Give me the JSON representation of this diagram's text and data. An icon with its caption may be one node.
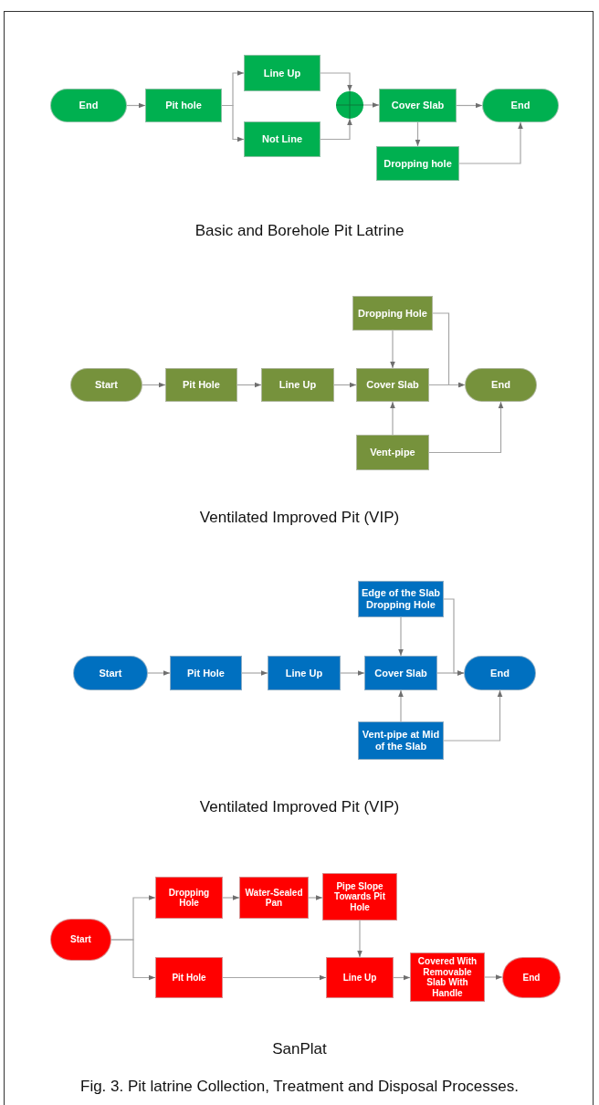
{
  "diagram": {
    "caption": "Fig. 3. Pit latrine Collection, Treatment and Disposal Processes.",
    "nodes": [
      {
        "text": [
          "End"
        ]
      },
      {
        "text": [
          "Pit hole"
        ]
      },
      {
        "text": [
          "Line Up"
        ]
      },
      {
        "text": [
          "Not Line"
        ]
      },
      {
        "text": [],
        "shape": "circle"
      },
      {
        "text": [
          "Cover Slab"
        ]
      },
      {
        "text": [
          "End"
        ]
      },
      {
        "text": [
          "Dropping hole"
        ]
      },
      {
        "text": [
          "Start"
        ]
      },
      {
        "text": [
          "Pit Hole"
        ]
      },
      {
        "text": [
          "Line Up"
        ]
      },
      {
        "text": [
          "Dropping Hole"
        ]
      },
      {
        "text": [
          "Cover Slab"
        ]
      },
      {
        "text": [
          "End"
        ]
      },
      {
        "text": [
          "Vent-pipe"
        ]
      },
      {
        "text": [
          "Start"
        ]
      },
      {
        "text": [
          "Pit Hole"
        ]
      },
      {
        "text": [
          "Line Up"
        ]
      },
      {
        "text": [
          "Edge of the Slab Dropping Hole"
        ]
      },
      {
        "text": [
          "Cover Slab"
        ]
      },
      {
        "text": [
          "End"
        ]
      },
      {
        "text": [
          "Vent-pipe at Mid of the Slab"
        ]
      },
      {
        "text": [
          "Start"
        ]
      },
      {
        "text": [
          "Dropping Hole"
        ]
      },
      {
        "text": [
          "Water-Sealed Pan"
        ]
      },
      {
        "text": [
          "Pipe Slope Towards Pit Hole"
        ]
      },
      {
        "text": [
          "Pit Hole"
        ]
      },
      {
        "text": [
          "Line Up"
        ]
      },
      {
        "text": [
          "Covered With Removable Slab With Handle"
        ]
      },
      {
        "text": [
          "End"
        ]
      }
    ],
    "edges": [
      {
        "from": 0,
        "to": 1,
        "arrow": "to"
      },
      {
        "from": 1,
        "to": 2,
        "arrow": "to"
      },
      {
        "from": 1,
        "to": 3,
        "arrow": "to"
      },
      {
        "from": 2,
        "to": 4,
        "arrow": "to"
      },
      {
        "from": 3,
        "to": 4,
        "arrow": "to"
      },
      {
        "from": 4,
        "to": 5,
        "arrow": "to"
      },
      {
        "from": 5,
        "to": 6,
        "arrow": "to"
      },
      {
        "from": 5,
        "to": 7,
        "arrow": "to"
      },
      {
        "from": 7,
        "to": 6,
        "arrow": "to"
      },
      {
        "from": 8,
        "to": 9,
        "arrow": "to"
      },
      {
        "from": 9,
        "to": 10,
        "arrow": "to"
      },
      {
        "from": 10,
        "to": 12,
        "arrow": "to"
      },
      {
        "from": 11,
        "to": 12,
        "arrow": "to"
      },
      {
        "from": 12,
        "to": 13,
        "arrow": "to"
      },
      {
        "from": 11,
        "to": 13,
        "arrow": "to"
      },
      {
        "from": 14,
        "to": 12,
        "arrow": "to"
      },
      {
        "from": 14,
        "to": 13,
        "arrow": "to"
      },
      {
        "from": 15,
        "to": 16,
        "arrow": "to"
      },
      {
        "from": 16,
        "to": 17,
        "arrow": "to"
      },
      {
        "from": 17,
        "to": 19,
        "arrow": "to"
      },
      {
        "from": 18,
        "to": 19,
        "arrow": "to"
      },
      {
        "from": 19,
        "to": 20,
        "arrow": "to"
      },
      {
        "from": 18,
        "to": 20,
        "arrow": "to"
      },
      {
        "from": 21,
        "to": 19,
        "arrow": "to"
      },
      {
        "from": 21,
        "to": 20,
        "arrow": "to"
      },
      {
        "from": 22,
        "to": 23,
        "arrow": "to"
      },
      {
        "from": 22,
        "to": 26,
        "arrow": "to"
      },
      {
        "from": 23,
        "to": 24,
        "arrow": "to"
      },
      {
        "from": 24,
        "to": 25,
        "arrow": "to"
      },
      {
        "from": 25,
        "to": 27,
        "arrow": "to"
      },
      {
        "from": 26,
        "to": 27,
        "arrow": "to"
      },
      {
        "from": 27,
        "to": 28,
        "arrow": "to"
      },
      {
        "from": 28,
        "to": 29,
        "arrow": "to"
      }
    ],
    "labels": [
      "Basic and Borehole Pit Latrine",
      "Ventilated Improved Pit (VIP)",
      "Ventilated Improved Pit (VIP)",
      "SanPlat"
    ]
  }
}
